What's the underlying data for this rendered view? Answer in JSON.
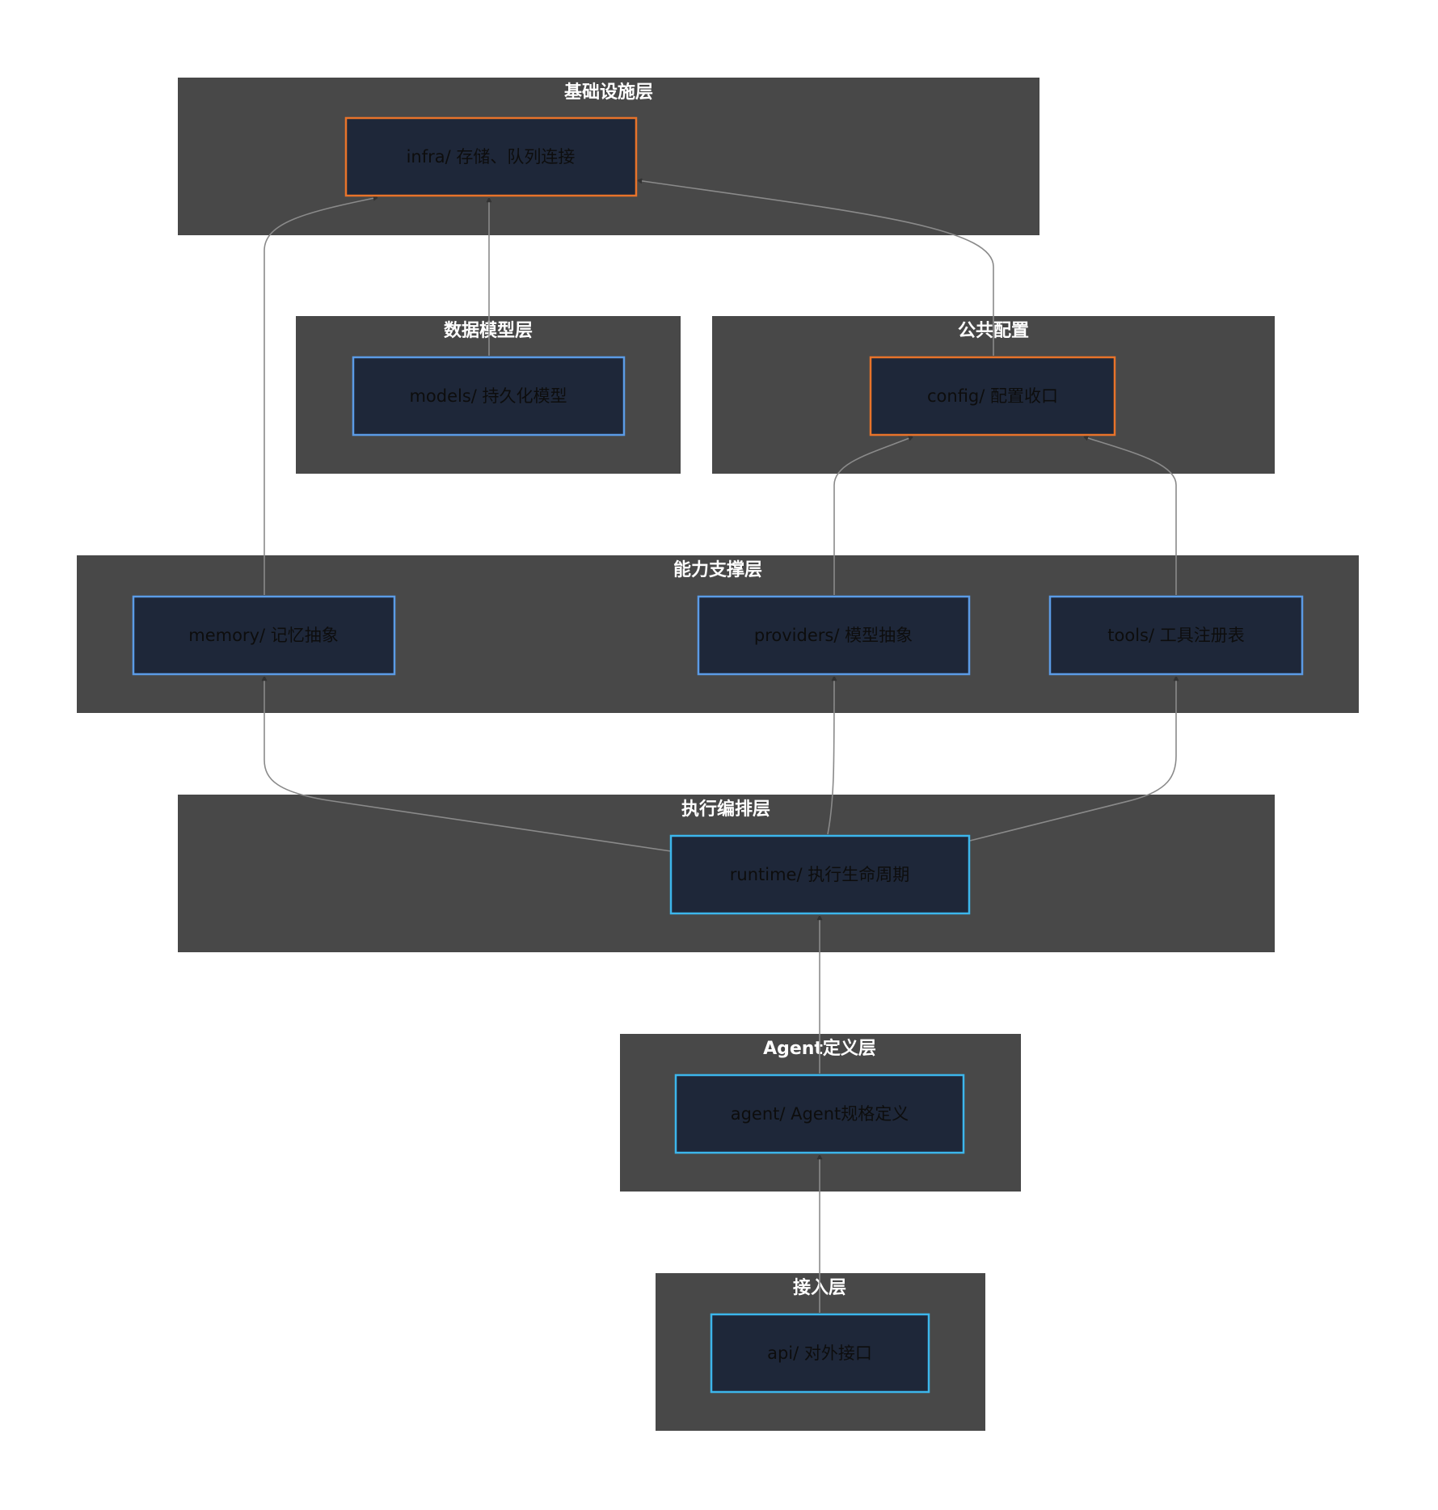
{
  "colors": {
    "background": "#ffffff",
    "cluster_fill": "#484848",
    "cluster_title": "#ffffff",
    "node_fill": "#1e2739",
    "node_text": "#0d0d0d",
    "edge": "#8a8a8a",
    "arrowhead": "#333333",
    "stroke_orange": "#e8732a",
    "stroke_blue": "#5b9be6",
    "stroke_cyan": "#3cb6ec"
  },
  "clusters": {
    "infra_layer": {
      "title": "基础设施层"
    },
    "model_layer": {
      "title": "数据模型层"
    },
    "config_layer": {
      "title": "公共配置"
    },
    "capability_layer": {
      "title": "能力支撑层"
    },
    "runtime_layer": {
      "title": "执行编排层"
    },
    "agent_layer": {
      "title": "Agent定义层"
    },
    "api_layer": {
      "title": "接入层"
    }
  },
  "nodes": {
    "infra": {
      "label": "infra/ 存储、队列连接",
      "stroke": "orange"
    },
    "models": {
      "label": "models/ 持久化模型",
      "stroke": "blue"
    },
    "config": {
      "label": "config/ 配置收口",
      "stroke": "orange"
    },
    "memory": {
      "label": "memory/ 记忆抽象",
      "stroke": "blue"
    },
    "providers": {
      "label": "providers/ 模型抽象",
      "stroke": "blue"
    },
    "tools": {
      "label": "tools/ 工具注册表",
      "stroke": "blue"
    },
    "runtime": {
      "label": "runtime/ 执行生命周期",
      "stroke": "cyan"
    },
    "agent": {
      "label": "agent/ Agent规格定义",
      "stroke": "cyan"
    },
    "api": {
      "label": "api/ 对外接口",
      "stroke": "cyan"
    }
  },
  "edges": [
    {
      "from": "models",
      "to": "infra"
    },
    {
      "from": "memory",
      "to": "infra"
    },
    {
      "from": "config",
      "to": "infra"
    },
    {
      "from": "providers",
      "to": "config"
    },
    {
      "from": "tools",
      "to": "config"
    },
    {
      "from": "runtime",
      "to": "memory"
    },
    {
      "from": "runtime",
      "to": "providers"
    },
    {
      "from": "runtime",
      "to": "tools"
    },
    {
      "from": "agent",
      "to": "runtime"
    },
    {
      "from": "api",
      "to": "agent"
    }
  ]
}
